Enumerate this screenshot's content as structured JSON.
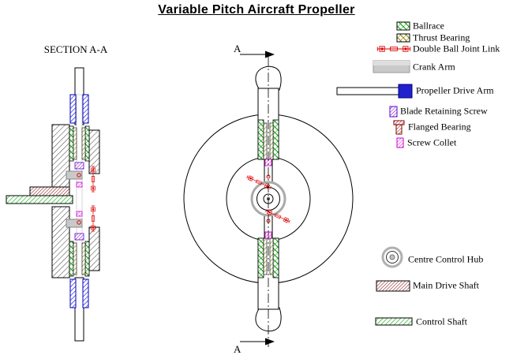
{
  "title": "Variable Pitch Aircraft Propeller",
  "section_view": {
    "label": "SECTION A-A"
  },
  "section_markers": {
    "top": "A",
    "bottom": "A"
  },
  "legend": {
    "items": [
      {
        "id": "ballrace",
        "label": "Ballrace"
      },
      {
        "id": "thrust-bearing",
        "label": "Thrust Bearing"
      },
      {
        "id": "double-ball-joint-link",
        "label": "Double Ball Joint Link"
      },
      {
        "id": "crank-arm",
        "label": "Crank Arm"
      },
      {
        "id": "propeller-drive-arm",
        "label": "Propeller Drive Arm"
      },
      {
        "id": "blade-retaining-screw",
        "label": "Blade Retaining Screw"
      },
      {
        "id": "flanged-bearing",
        "label": "Flanged Bearing"
      },
      {
        "id": "screw-collet",
        "label": "Screw Collet"
      },
      {
        "id": "centre-control-hub",
        "label": "Centre Control Hub"
      },
      {
        "id": "main-drive-shaft",
        "label": "Main Drive Shaft"
      },
      {
        "id": "control-shaft",
        "label": "Control Shaft"
      }
    ]
  },
  "colors": {
    "ballrace_green": "#009900",
    "thrust_bearing_olive": "#808000",
    "ball_joint_red": "#dd0000",
    "crank_arm_gray": "#c9c9c9",
    "drive_arm_blue": "#2222cc",
    "blade_mount_blue": "#0000dd",
    "blade_screw_violet": "#6600cc",
    "screw_collet_magenta": "#ee00ee",
    "flanged_bearing_maroon": "#800000",
    "main_shaft_maroon": "#800000",
    "control_shaft_green": "#00aa00",
    "hub_hatch_gray": "#404040",
    "background": "#ffffff"
  }
}
